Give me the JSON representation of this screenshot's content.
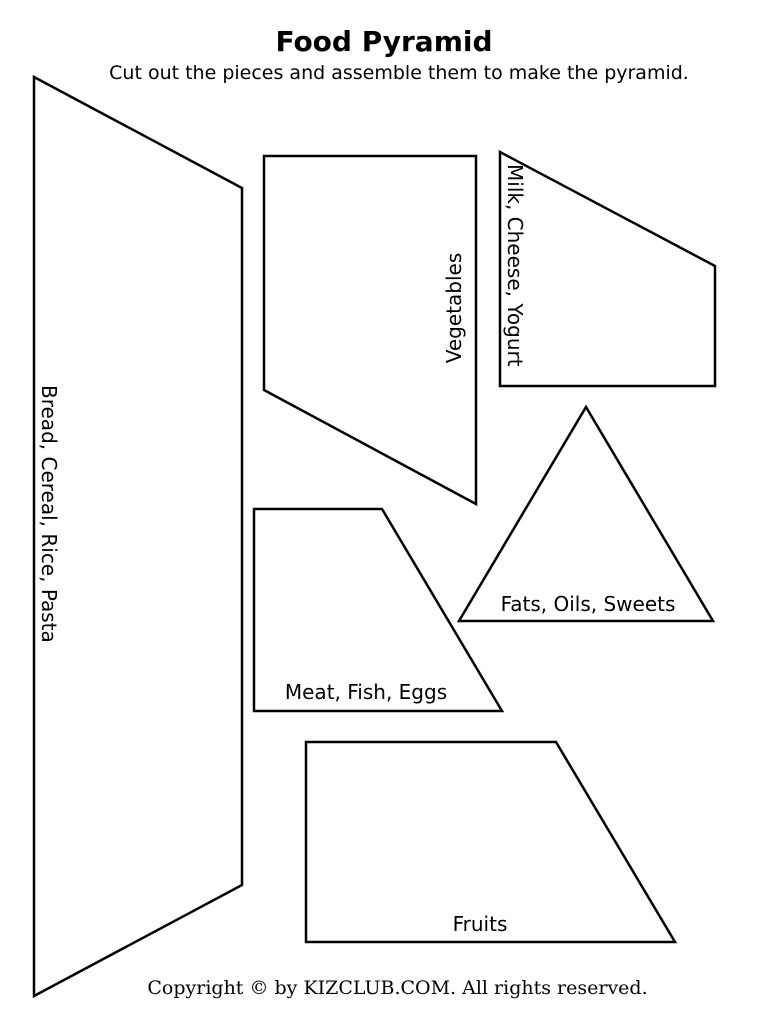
{
  "header": {
    "title": "Food Pyramid",
    "instructions": "Cut out the pieces and assemble them to make the pyramid."
  },
  "pieces": {
    "bread": {
      "label": "Bread, Cereal, Rice, Pasta"
    },
    "vegetables": {
      "label": "Vegetables"
    },
    "milk": {
      "label": "Milk, Cheese, Yogurt"
    },
    "fats": {
      "label": "Fats, Oils, Sweets"
    },
    "meat": {
      "label": "Meat, Fish, Eggs"
    },
    "fruits": {
      "label": "Fruits"
    }
  },
  "footer": {
    "copyright": "Copyright © by KIZCLUB.COM. All rights reserved."
  }
}
